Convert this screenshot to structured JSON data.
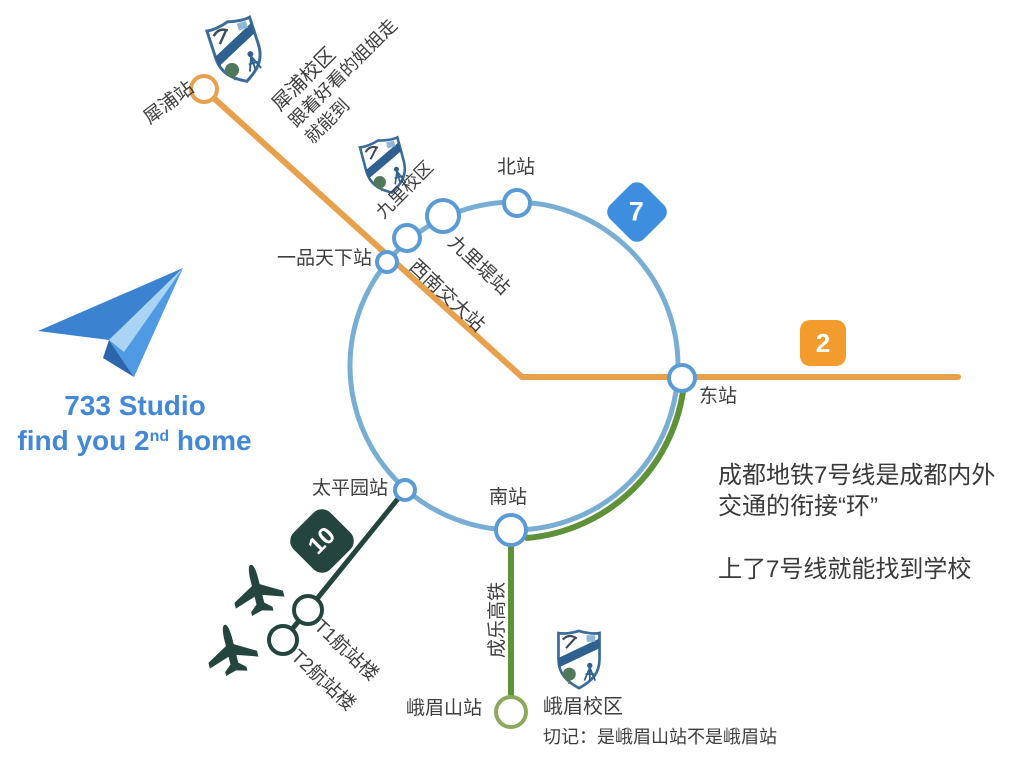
{
  "logo": {
    "title": "733 Studio",
    "subtitle_prefix": "find you 2",
    "subtitle_sup": "nd",
    "subtitle_suffix": " home"
  },
  "badges": {
    "line7": "7",
    "line2": "2",
    "line10": "10"
  },
  "stations": {
    "xipu": "犀浦站",
    "north": "北站",
    "jiulidi": "九里堤站",
    "swjtu": "西南交大站",
    "yipintianxia": "一品天下站",
    "east": "东站",
    "south": "南站",
    "taipingyuan": "太平园站",
    "emeishan": "峨眉山站",
    "t1": "T1航站楼",
    "t2": "T2航站楼"
  },
  "rail": {
    "chengle": "成乐高铁"
  },
  "campuses": {
    "xipu_label": "犀浦校区",
    "xipu_note1": "跟着好看的姐姐走",
    "xipu_note2": "就能到",
    "jiuli_label": "九里校区",
    "emei_label": "峨眉校区",
    "emei_note": "切记：是峨眉山站不是峨眉站"
  },
  "annotations": {
    "line1": "成都地铁7号线是成都内外",
    "line2": "交通的衔接“环”",
    "line3": "上了7号线就能找到学校"
  },
  "colors": {
    "line7_circle": "#79aed4",
    "station_stroke": "#5b9bd5",
    "line2_orange": "#e7a14c",
    "line2_badge": "#f49b2d",
    "line7_badge": "#3e8ee0",
    "line10_dark": "#24443e",
    "rail_green": "#5f9138",
    "logo_blue": "#4388d6",
    "text": "#3e3e3e"
  }
}
